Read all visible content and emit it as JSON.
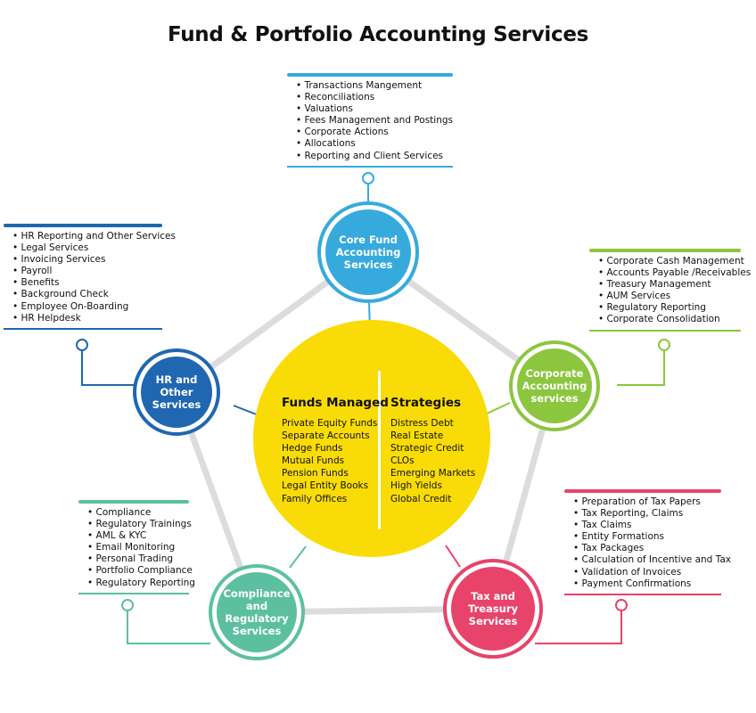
{
  "title": "Fund & Portfolio Accounting Services",
  "colors": {
    "core": "#37aadd",
    "hr": "#1f67b1",
    "corporate": "#8cc63f",
    "compliance": "#5cc0a0",
    "tax": "#e8436a",
    "center": "#f9dc07",
    "connector": "#dcdcdc"
  },
  "center": {
    "funds": {
      "heading": "Funds Managed",
      "items": [
        "Private Equity Funds",
        "Separate Accounts",
        "Hedge Funds",
        "Mutual Funds",
        "Pension Funds",
        "Legal Entity Books",
        "Family Offices"
      ]
    },
    "strategies": {
      "heading": "Strategies",
      "items": [
        "Distress Debt",
        "Real Estate",
        "Strategic Credit",
        "CLOs",
        "Emerging Markets",
        "High Yields",
        "Global Credit"
      ]
    }
  },
  "nodes": {
    "core": {
      "label_lines": [
        "Core Fund",
        "Accounting",
        "Services"
      ],
      "items": [
        "Transactions Mangement",
        "Reconciliations",
        "Valuations",
        "Fees Management and Postings",
        "Corporate Actions",
        "Allocations",
        "Reporting and Client Services"
      ]
    },
    "hr": {
      "label_lines": [
        "HR and Other",
        "Services"
      ],
      "items": [
        "HR Reporting and Other Services",
        "Legal Services",
        "Invoicing Services",
        "Payroll",
        "Benefits",
        "Background Check",
        "Employee On-Boarding",
        "HR Helpdesk"
      ]
    },
    "corporate": {
      "label_lines": [
        "Corporate",
        "Accounting",
        "services"
      ],
      "items": [
        "Corporate Cash Management",
        "Accounts Payable /Receivables",
        "Treasury Management",
        "AUM Services",
        "Regulatory Reporting",
        "Corporate Consolidation"
      ]
    },
    "compliance": {
      "label_lines": [
        "Compliance",
        "and Regulatory",
        "Services"
      ],
      "items": [
        "Compliance",
        "Regulatory Trainings",
        "AML & KYC",
        "Email Monitoring",
        "Personal Trading",
        "Portfolio Compliance",
        "Regulatory Reporting"
      ]
    },
    "tax": {
      "label_lines": [
        "Tax and",
        "Treasury",
        "Services"
      ],
      "items": [
        "Preparation of Tax Papers",
        "Tax Reporting, Claims",
        "Tax Claims",
        "Entity Formations",
        "Tax Packages",
        "Calculation of Incentive and Tax",
        "Validation of Invoices",
        "Payment Confirmations"
      ]
    }
  }
}
